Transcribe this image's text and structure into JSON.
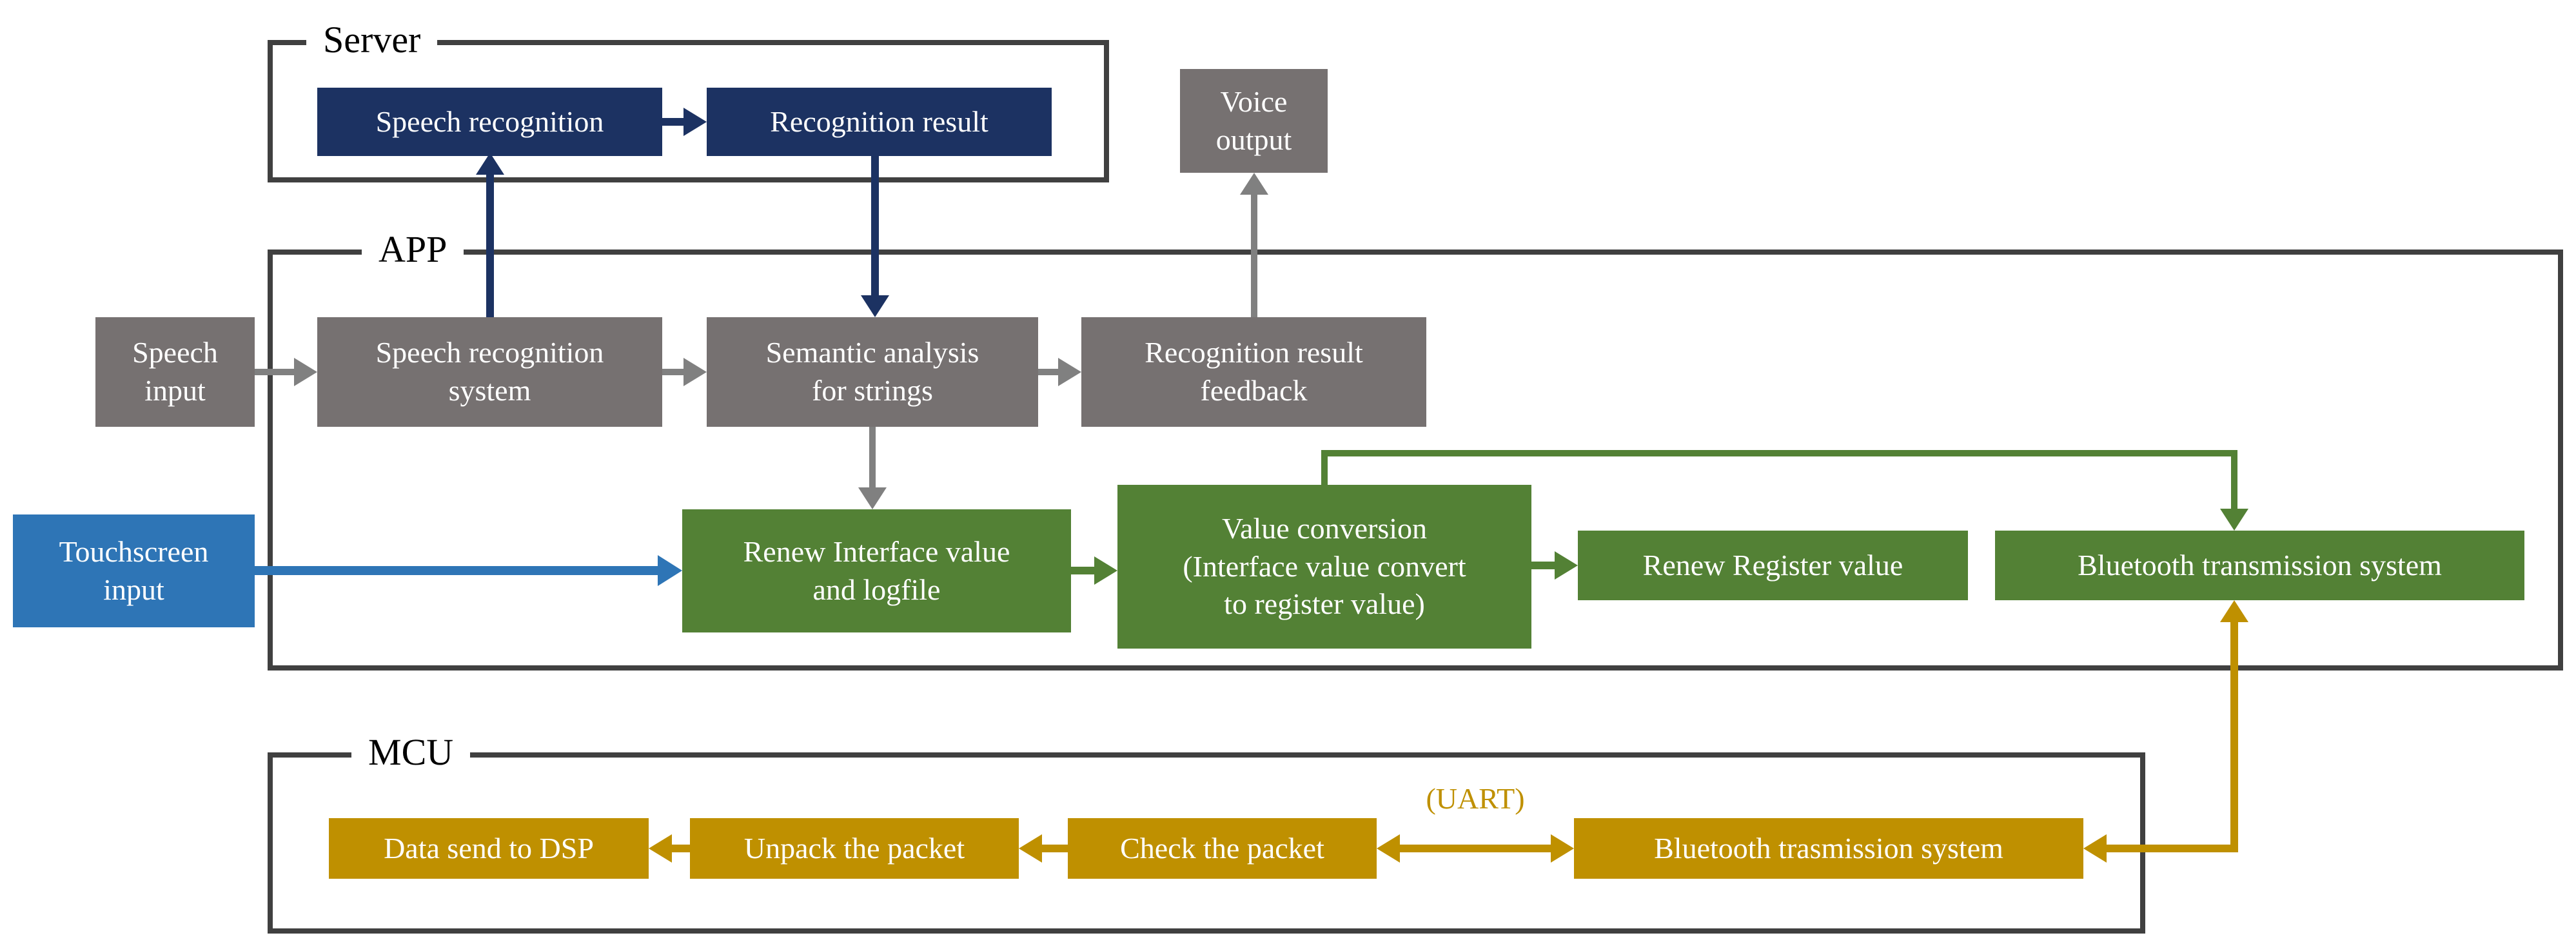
{
  "colors": {
    "navy": "#1c3262",
    "gray": "#767171",
    "grayline": "#808080",
    "green": "#538135",
    "gold": "#bf9000",
    "blue": "#2e75b6",
    "border": "#404040",
    "bg": "#ffffff",
    "boxtext": "#ffffff",
    "labeltext": "#000000"
  },
  "containers": {
    "server": {
      "label": "Server"
    },
    "app": {
      "label": "APP"
    },
    "mcu": {
      "label": "MCU"
    }
  },
  "nodes": {
    "server_speech_recognition": {
      "label": "Speech recognition"
    },
    "server_recognition_result": {
      "label": "Recognition result"
    },
    "voice_output": {
      "label": "Voice\noutput"
    },
    "speech_input": {
      "label": "Speech\ninput"
    },
    "speech_recognition_system": {
      "label": "Speech recognition\nsystem"
    },
    "semantic_analysis": {
      "label": "Semantic analysis\nfor strings"
    },
    "recognition_result_feedback": {
      "label": "Recognition result\nfeedback"
    },
    "touchscreen_input": {
      "label": "Touchscreen\ninput"
    },
    "renew_interface": {
      "label": "Renew Interface value\nand logfile"
    },
    "value_conversion": {
      "label": "Value conversion\n(Interface value convert\nto register value)"
    },
    "renew_register": {
      "label": "Renew Register value"
    },
    "bluetooth_app": {
      "label": "Bluetooth transmission system"
    },
    "data_send_dsp": {
      "label": "Data send to DSP"
    },
    "unpack_packet": {
      "label": "Unpack the packet"
    },
    "check_packet": {
      "label": "Check the packet"
    },
    "bluetooth_mcu": {
      "label": "Bluetooth trasmission system"
    }
  },
  "annotations": {
    "uart": "(UART)"
  }
}
